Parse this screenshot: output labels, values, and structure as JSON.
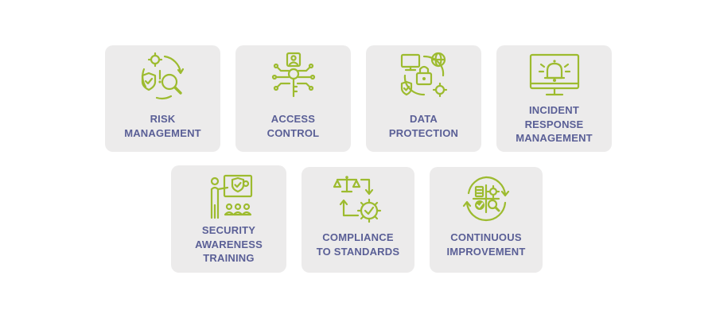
{
  "colors": {
    "card_background": "#ecebeb",
    "label_text": "#5a5f96",
    "icon_accent": "#9dbb2f"
  },
  "cards": [
    {
      "icon": "risk-management-icon",
      "lines": [
        "RISK",
        "MANAGEMENT"
      ]
    },
    {
      "icon": "access-control-icon",
      "lines": [
        "ACCESS",
        "CONTROL"
      ]
    },
    {
      "icon": "data-protection-icon",
      "lines": [
        "DATA",
        "PROTECTION"
      ]
    },
    {
      "icon": "incident-response-icon",
      "lines": [
        "INCIDENT",
        "RESPONSE",
        "MANAGEMENT"
      ]
    },
    {
      "icon": "security-training-icon",
      "lines": [
        "SECURITY",
        "AWARENESS",
        "TRAINING"
      ]
    },
    {
      "icon": "compliance-icon",
      "lines": [
        "COMPLIANCE",
        "TO STANDARDS"
      ]
    },
    {
      "icon": "continuous-improvement-icon",
      "lines": [
        "CONTINUOUS",
        "IMPROVEMENT"
      ]
    }
  ]
}
